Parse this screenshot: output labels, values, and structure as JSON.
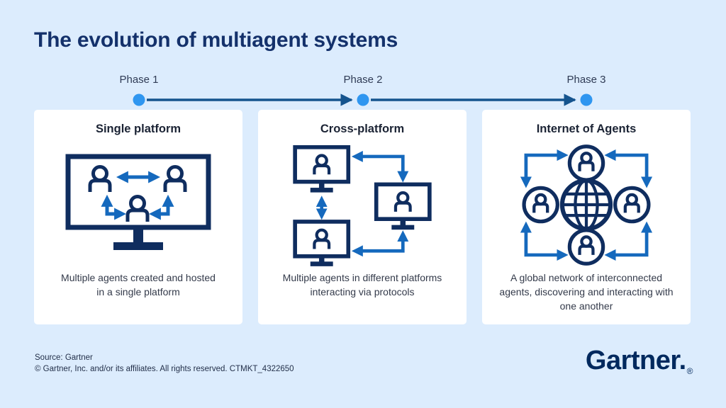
{
  "title": "The evolution of multiagent systems",
  "timeline": {
    "phases": [
      {
        "label": "Phase 1"
      },
      {
        "label": "Phase 2"
      },
      {
        "label": "Phase 3"
      }
    ]
  },
  "cards": [
    {
      "title": "Single platform",
      "description": "Multiple agents created and hosted in a single platform",
      "icon": "single-platform-monitor-icon"
    },
    {
      "title": "Cross-platform",
      "description": "Multiple agents in different platforms interacting via protocols",
      "icon": "cross-platform-monitors-icon"
    },
    {
      "title": "Internet of Agents",
      "description": "A global network of interconnected agents, discovering and interacting with one another",
      "icon": "internet-of-agents-globe-icon"
    }
  ],
  "footer": {
    "source": "Source: Gartner",
    "copyright": "© Gartner, Inc. and/or its affiliates. All rights reserved. CTMKT_4322650",
    "logo_text": "Gartner.",
    "logo_reg": "®"
  },
  "colors": {
    "background": "#dcecfd",
    "card_background": "#ffffff",
    "title_navy": "#14316b",
    "icon_navy": "#0f2d5f",
    "arrow_blue": "#1569bd",
    "timeline_dot_blue": "#2f96f0",
    "timeline_line_blue": "#15548e",
    "body_text": "#333a4a",
    "logo_navy": "#00295e"
  }
}
